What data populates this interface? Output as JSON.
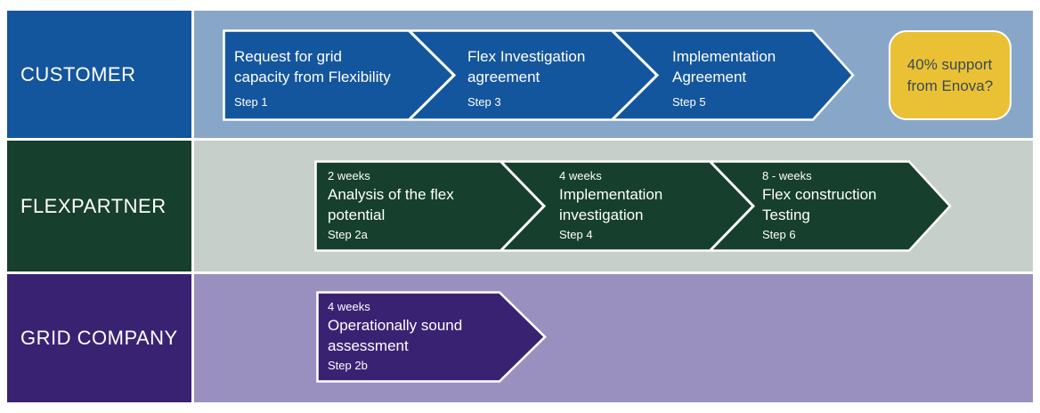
{
  "colors": {
    "customer_dark": "#14569E",
    "customer_light": "#88A7C8",
    "flexpartner_dark": "#163F2D",
    "flexpartner_light": "#C6CFC9",
    "grid_dark": "#3A2273",
    "grid_light": "#9A90C0",
    "highlight_yellow": "#EAC135",
    "highlight_text": "#3B4A57",
    "text_on_dark": "#FFFFFF",
    "page_background": "#FFFFFF"
  },
  "lanes": [
    {
      "label": "CUSTOMER",
      "steps": [
        {
          "title": "Request for grid\ncapacity from Flexibility",
          "step": "Step 1"
        },
        {
          "title": "Flex Investigation\nagreement",
          "step": "Step 3"
        },
        {
          "title": "Implementation\nAgreement",
          "step": "Step 5"
        }
      ],
      "note": {
        "text": "40% support\nfrom Enova?"
      }
    },
    {
      "label": "FLEXPARTNER",
      "steps": [
        {
          "duration": "2 weeks",
          "title": "Analysis of the flex\npotential",
          "step": "Step 2a"
        },
        {
          "duration": "4 weeks",
          "title": "Implementation\ninvestigation",
          "step": "Step 4"
        },
        {
          "duration": "8 -  weeks",
          "title": "Flex construction\nTesting",
          "step": "Step 6"
        }
      ]
    },
    {
      "label": "GRID COMPANY",
      "steps": [
        {
          "duration": "4 weeks",
          "title": "Operationally sound\nassessment",
          "step": "Step 2b"
        }
      ]
    }
  ]
}
